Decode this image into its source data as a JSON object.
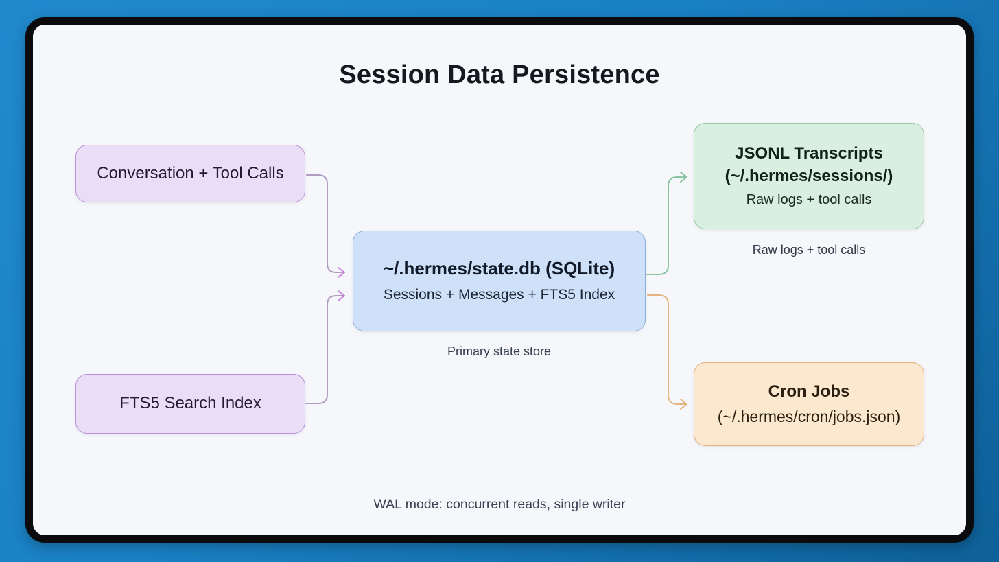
{
  "title": "Session Data Persistence",
  "nodes": {
    "conversation": {
      "label": "Conversation + Tool Calls"
    },
    "fts5": {
      "label": "FTS5 Search Index"
    },
    "state_db": {
      "title": "~/.hermes/state.db (SQLite)",
      "subtitle": "Sessions + Messages + FTS5 Index",
      "caption": "Primary state store"
    },
    "jsonl_transcripts": {
      "title": "JSONL Transcripts",
      "path": "(~/.hermes/sessions/)",
      "subtitle": "Raw logs + tool calls",
      "caption": "Raw logs + tool calls"
    },
    "cron_jobs": {
      "title": "Cron Jobs",
      "path": "(~/.hermes/cron/jobs.json)"
    }
  },
  "footer_note": "WAL mode: concurrent reads, single writer",
  "colors": {
    "outer_background": "#1a80c4",
    "frame_border": "#0b0b0d",
    "card_background": "#f5f7fa",
    "purple_fill": "#eadef6",
    "purple_border": "#bb90d8",
    "blue_fill": "#cfe1f8",
    "blue_border": "#8badd8",
    "green_fill": "#d9efdf",
    "green_border": "#95c9a8",
    "orange_fill": "#fbe8cf",
    "orange_border": "#e4b280",
    "arrow_purple_line": "#b09cc2",
    "arrow_purple_head": "#c783da",
    "arrow_green": "#8bc3a1",
    "arrow_orange": "#e5b483"
  }
}
